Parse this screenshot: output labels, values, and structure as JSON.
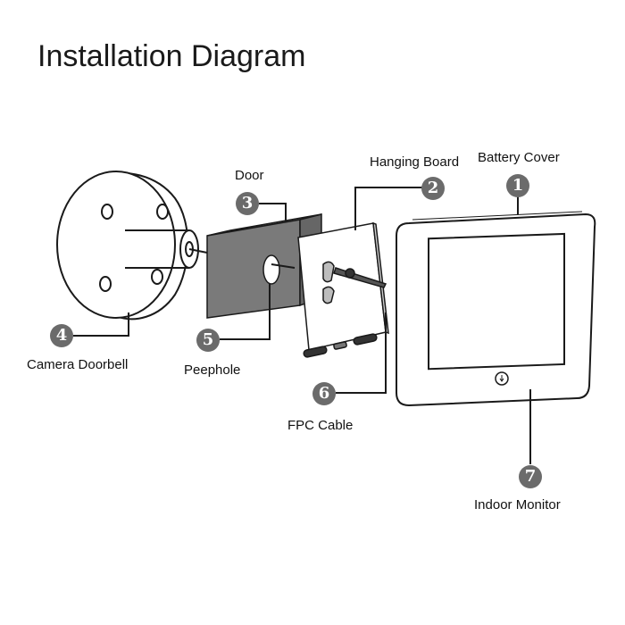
{
  "title": "Installation Diagram",
  "parts": {
    "battery_cover": {
      "number": "1",
      "label": "Battery Cover"
    },
    "hanging_board": {
      "number": "2",
      "label": "Hanging Board"
    },
    "door": {
      "number": "3",
      "label": "Door"
    },
    "camera_doorbell": {
      "number": "4",
      "label": "Camera Doorbell"
    },
    "peephole": {
      "number": "5",
      "label": "Peephole"
    },
    "fpc_cable": {
      "number": "6",
      "label": "FPC Cable"
    },
    "indoor_monitor": {
      "number": "7",
      "label": "Indoor Monitor"
    }
  },
  "colors": {
    "badge": "#6b6b6b",
    "line": "#1a1a1a",
    "door_fill": "#7a7a7a",
    "door_top": "#9a9a9a"
  }
}
